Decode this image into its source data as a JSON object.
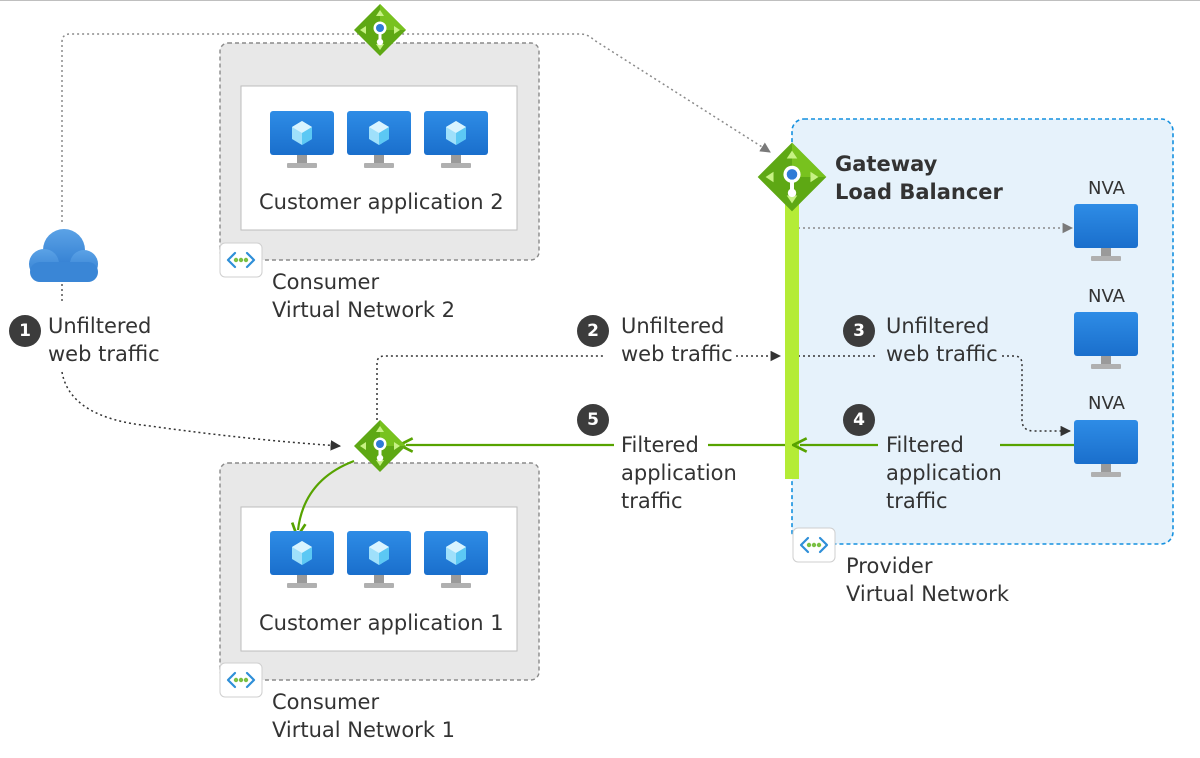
{
  "gateway": {
    "title_line1": "Gateway",
    "title_line2": "Load Balancer"
  },
  "consumer_vnet_2": {
    "app_label": "Customer application 2",
    "line1": "Consumer",
    "line2": "Virtual Network 2"
  },
  "consumer_vnet_1": {
    "app_label": "Customer application 1",
    "line1": "Consumer",
    "line2": "Virtual Network 1"
  },
  "provider_vnet": {
    "line1": "Provider",
    "line2": "Virtual Network"
  },
  "nva_labels": [
    "NVA",
    "NVA",
    "NVA"
  ],
  "steps": [
    {
      "number": "1",
      "line1": "Unfiltered",
      "line2": "web traffic"
    },
    {
      "number": "2",
      "line1": "Unfiltered",
      "line2": "web traffic"
    },
    {
      "number": "3",
      "line1": "Unfiltered",
      "line2": "web traffic"
    },
    {
      "number": "4",
      "line1": "Filtered",
      "line2": "application",
      "line3": "traffic"
    },
    {
      "number": "5",
      "line1": "Filtered",
      "line2": "application",
      "line3": "traffic"
    }
  ],
  "colors": {
    "green_line": "#57a300",
    "gateway_bar": "#b4ec36",
    "vm_blue": "#1e7fd8",
    "provider_fill": "#e6f2fb",
    "provider_border": "#1490df",
    "consumer_fill": "#e8e8e8",
    "badge": "#3c3c3c"
  }
}
